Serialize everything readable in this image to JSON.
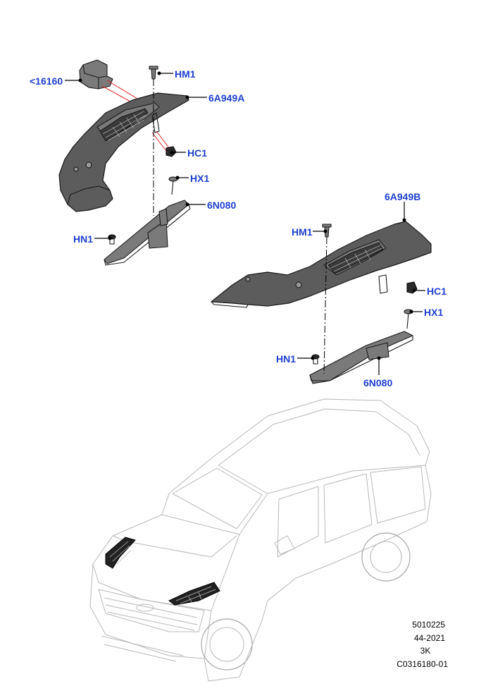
{
  "callouts": {
    "c16160": "<16160",
    "hm1_a": "HM1",
    "p6a949a": "6A949A",
    "hc1_a": "HC1",
    "hx1_a": "HX1",
    "p6n080_a": "6N080",
    "hn1_a": "HN1",
    "p6a949b": "6A949B",
    "hm1_b": "HM1",
    "hc1_b": "HC1",
    "hx1_b": "HX1",
    "hn1_b": "HN1",
    "p6n080_b": "6N080"
  },
  "reference": {
    "line1": "5010225",
    "line2": "44-2021",
    "line3": "3K",
    "line4": "C0316180-01"
  },
  "colors": {
    "callout_blue": "#1f3fd1",
    "part_fill": "#5c5c5c",
    "red_guide": "#e02020",
    "car_outline": "#b8b8b8"
  }
}
